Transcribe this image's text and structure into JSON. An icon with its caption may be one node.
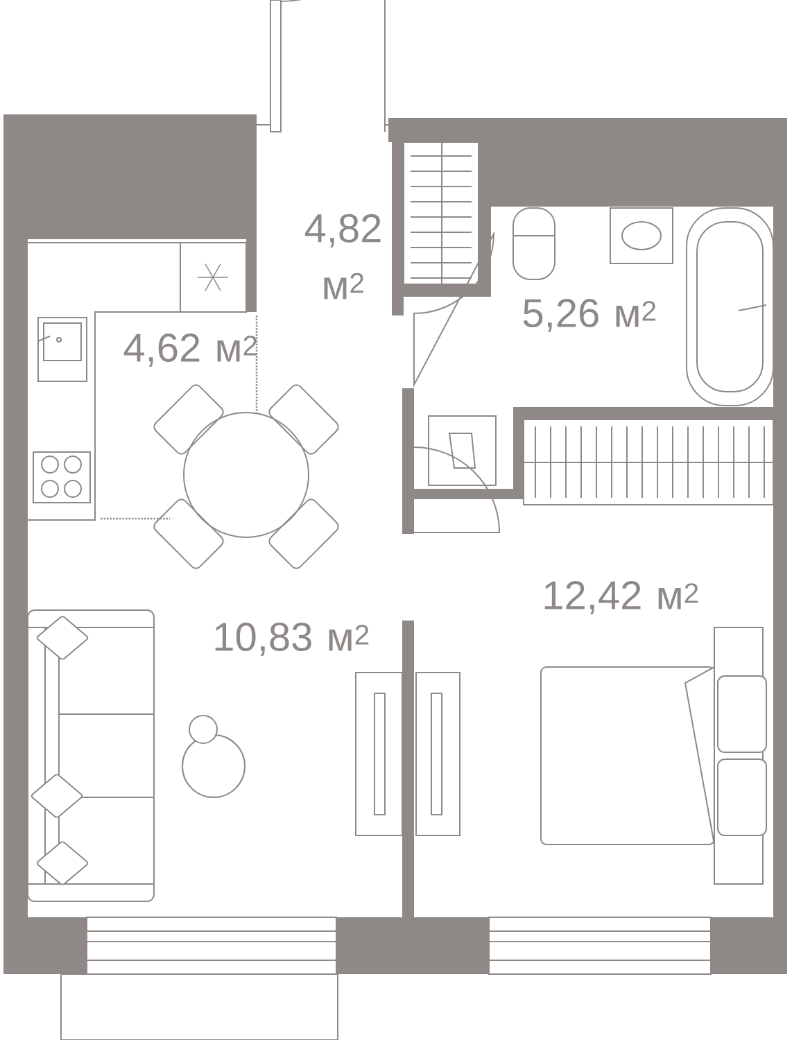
{
  "diagram": {
    "labels": [
      "4,82 м$^{2}$",
      "4,62 м$^{2}$",
      "5,26 м$^{2}$",
      "10,83 м$^{2}$",
      "12,42 м$^{2}$"
    ]
  }
}
